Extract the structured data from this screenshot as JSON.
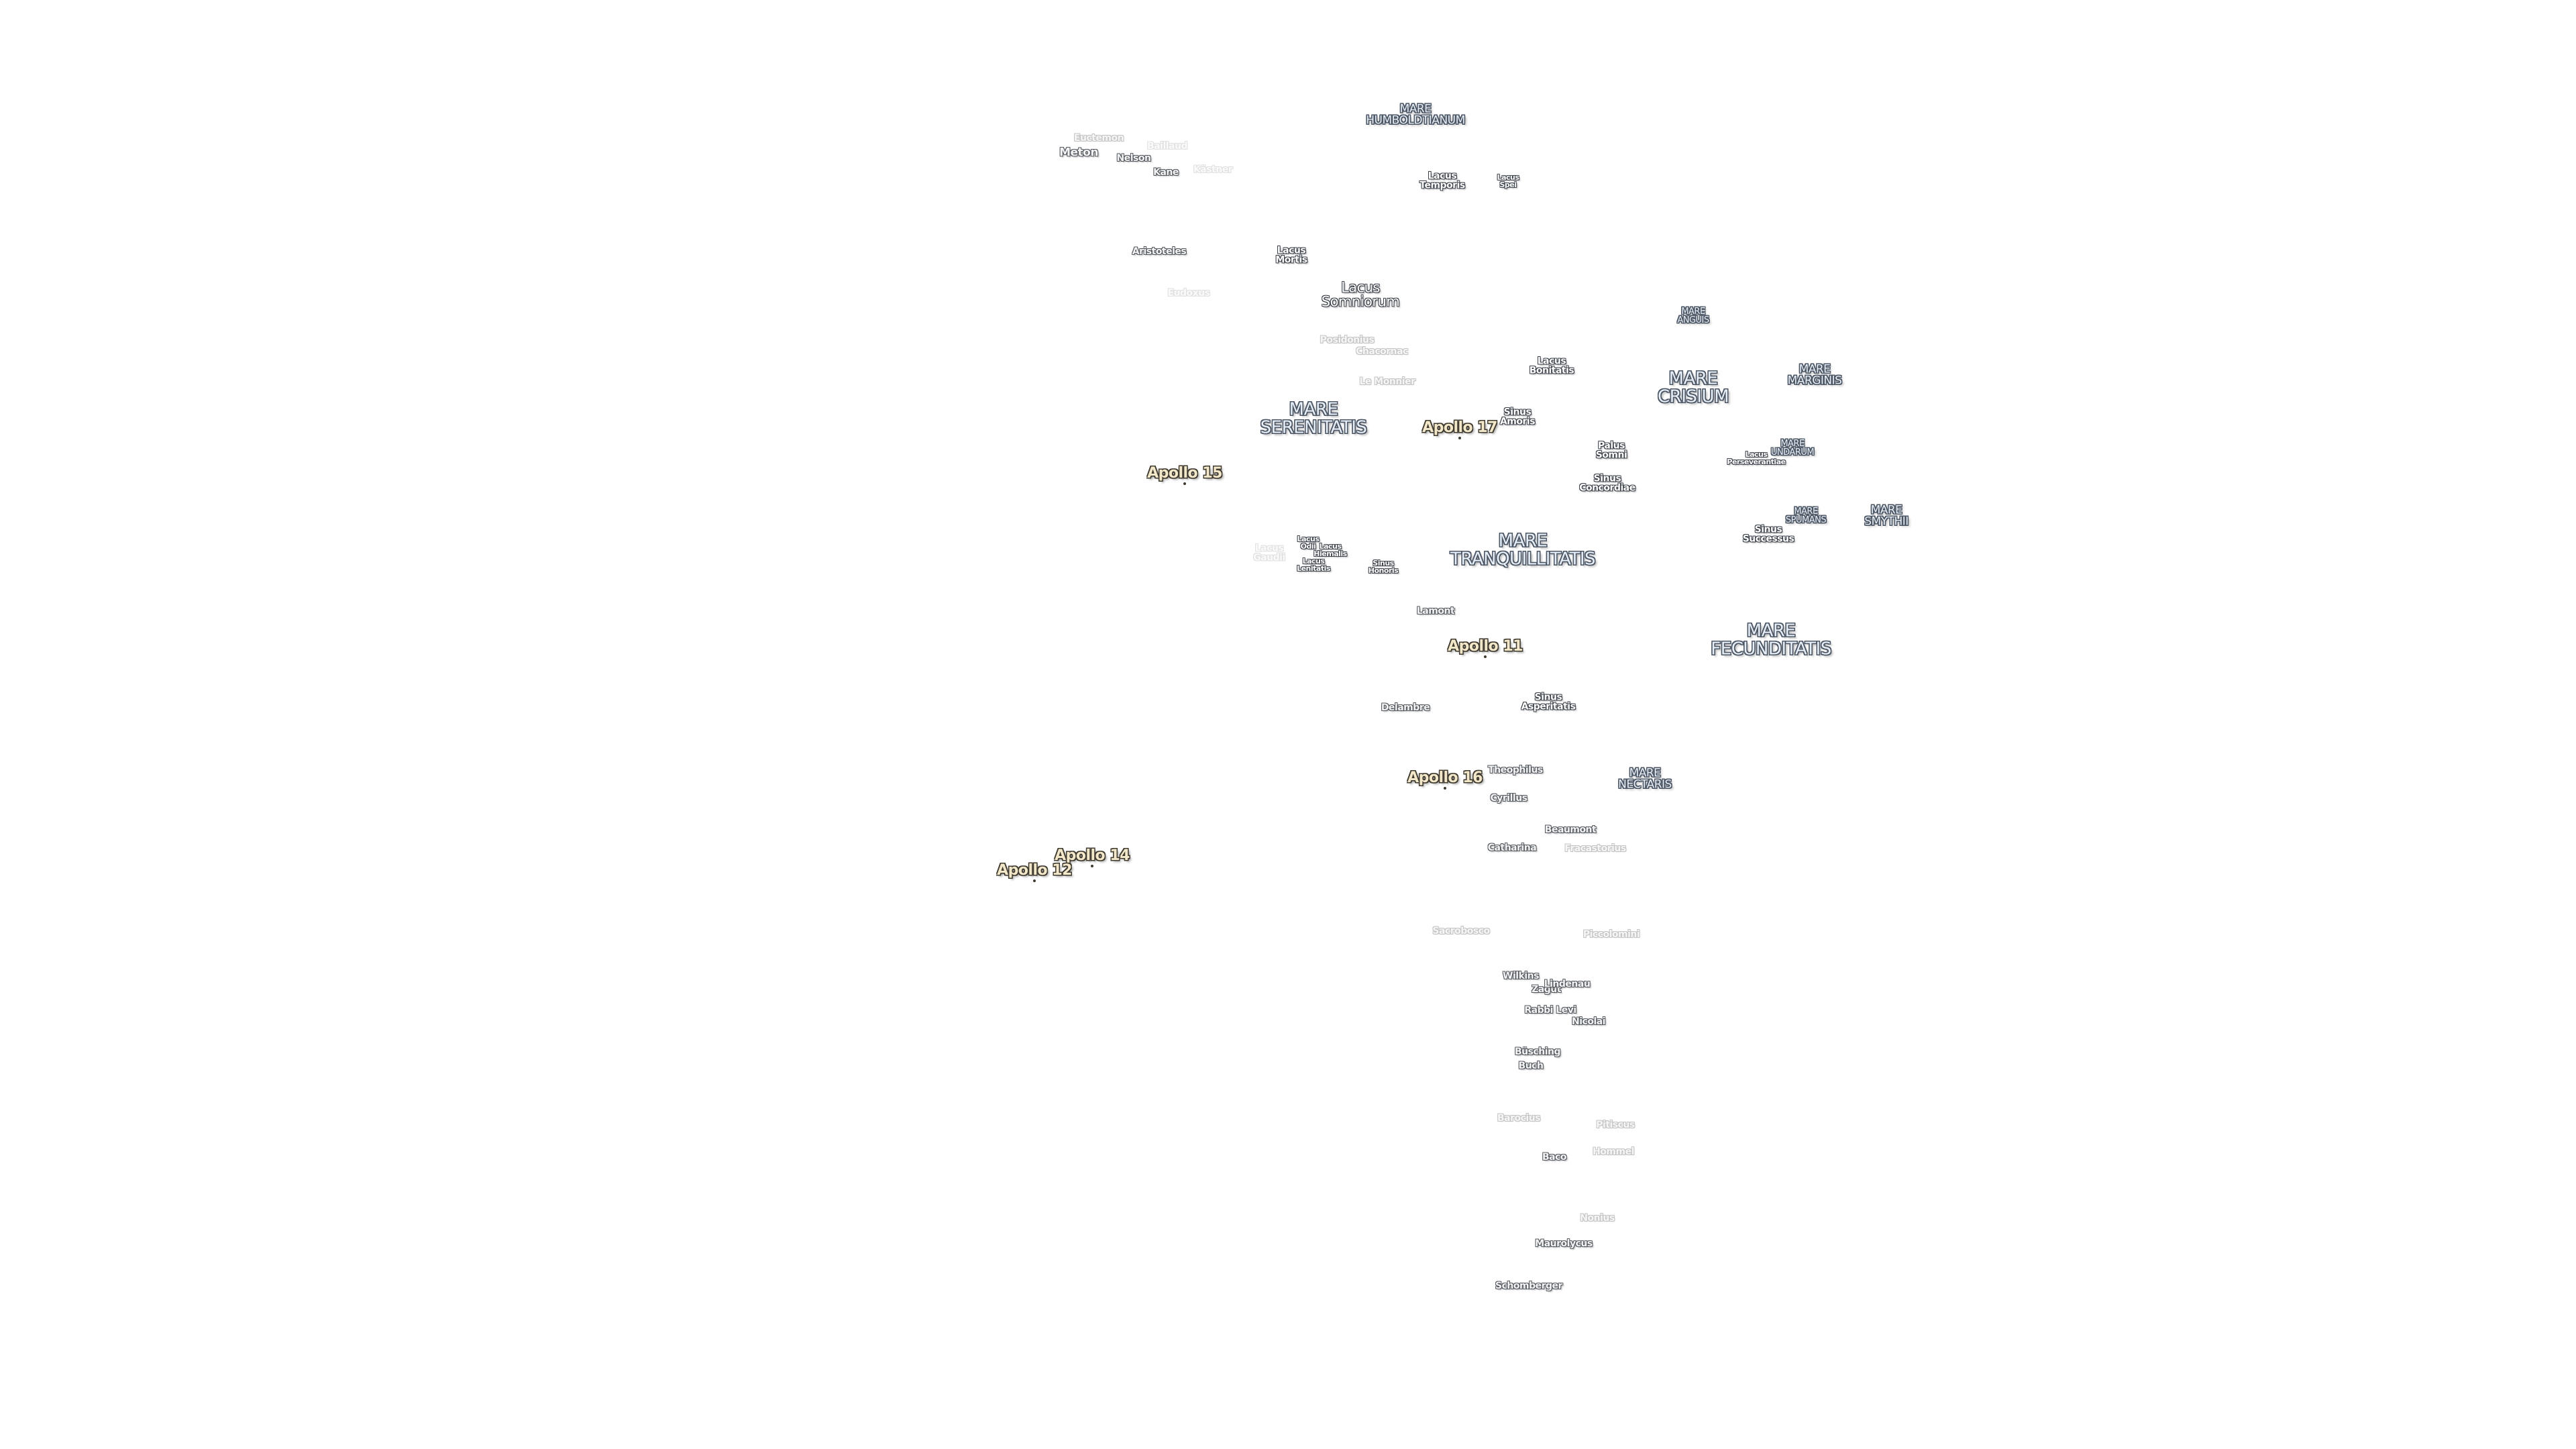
{
  "labels": [
    {
      "id": "mare-humboldtianum",
      "kind": "mare",
      "size": "sm",
      "text": "MARE\nHUMBOLDTIANUM"
    },
    {
      "id": "lacus-temporis",
      "kind": "lake",
      "text": "Lacus\nTemporis"
    },
    {
      "id": "lacus-spei",
      "kind": "lake",
      "size": "xs",
      "text": "Lacus\nSpei"
    },
    {
      "id": "euctemon",
      "kind": "crater",
      "style": "faint",
      "text": "Euctemon"
    },
    {
      "id": "meton",
      "kind": "crater",
      "size": "md",
      "text": "Meton"
    },
    {
      "id": "baillaud",
      "kind": "crater",
      "style": "vfaint",
      "text": "Baillaud"
    },
    {
      "id": "nelson",
      "kind": "crater",
      "text": "Nelson"
    },
    {
      "id": "kane",
      "kind": "crater",
      "text": "Kane"
    },
    {
      "id": "kastner",
      "kind": "crater",
      "style": "vfaint",
      "text": "Kästner"
    },
    {
      "id": "aristoteles",
      "kind": "crater",
      "text": "Aristoteles"
    },
    {
      "id": "lacus-mortis",
      "kind": "lake",
      "text": "Lacus\nMortis"
    },
    {
      "id": "lacus-somniorum",
      "kind": "lake",
      "size": "lg",
      "text": "Lacus\nSomniorum"
    },
    {
      "id": "eudoxus",
      "kind": "crater",
      "style": "vfaint",
      "text": "Eudoxus"
    },
    {
      "id": "mare-anguis",
      "kind": "mare",
      "size": "xs",
      "text": "MARE\nANGUIS"
    },
    {
      "id": "posidonius",
      "kind": "crater",
      "style": "faint",
      "text": "Posidonius"
    },
    {
      "id": "chacornac",
      "kind": "crater",
      "style": "faint",
      "text": "Chacornac"
    },
    {
      "id": "lacus-bonitatis",
      "kind": "lake",
      "text": "Lacus\nBonitatis"
    },
    {
      "id": "mare-crisium",
      "kind": "mare",
      "text": "MARE\nCRISIUM"
    },
    {
      "id": "mare-marginis",
      "kind": "mare",
      "size": "sm",
      "text": "MARE\nMARGINIS"
    },
    {
      "id": "le-monnier",
      "kind": "crater",
      "style": "faint",
      "text": "Le Monnier"
    },
    {
      "id": "mare-serenitatis",
      "kind": "mare",
      "text": "MARE\nSERENITATIS"
    },
    {
      "id": "sinus-amoris",
      "kind": "lake",
      "text": "Sinus\nAmoris"
    },
    {
      "id": "apollo-17",
      "kind": "apollo",
      "text": "Apollo 17"
    },
    {
      "id": "palus-somni",
      "kind": "lake",
      "text": "Palus\nSomni"
    },
    {
      "id": "mare-undarum",
      "kind": "mare",
      "size": "xs",
      "text": "MARE\nUNDARUM"
    },
    {
      "id": "lacus-perseverantiae",
      "kind": "lake",
      "size": "xs",
      "text": "Lacus\nPerseverantiae"
    },
    {
      "id": "apollo-15",
      "kind": "apollo",
      "text": "Apollo 15"
    },
    {
      "id": "sinus-concordiae",
      "kind": "lake",
      "text": "Sinus\nConcordiae"
    },
    {
      "id": "mare-spumans",
      "kind": "mare",
      "size": "xs",
      "text": "MARE\nSPUMANS"
    },
    {
      "id": "mare-smythii",
      "kind": "mare",
      "size": "sm",
      "text": "MARE\nSMYTHII"
    },
    {
      "id": "sinus-successus",
      "kind": "lake",
      "text": "Sinus\nSuccessus"
    },
    {
      "id": "lacus-odii",
      "kind": "lake",
      "size": "xs",
      "text": "Lacus\nOdii"
    },
    {
      "id": "lacus-hiemalis",
      "kind": "lake",
      "size": "xs",
      "text": "Lacus\nHiemalis"
    },
    {
      "id": "lacus-lenitatis",
      "kind": "lake",
      "size": "xs",
      "text": "Lacus\nLenitatis"
    },
    {
      "id": "lacus-gaudii",
      "kind": "crater",
      "style": "vfaint",
      "text": "Lacus\nGaudii"
    },
    {
      "id": "mare-tranquillitatis",
      "kind": "mare",
      "text": "MARE\nTRANQUILLITATIS"
    },
    {
      "id": "sinus-honoris",
      "kind": "lake",
      "size": "xs",
      "text": "Sinus\nHonoris"
    },
    {
      "id": "lamont",
      "kind": "crater",
      "text": "Lamont"
    },
    {
      "id": "apollo-11",
      "kind": "apollo",
      "text": "Apollo 11"
    },
    {
      "id": "mare-fecunditatis",
      "kind": "mare",
      "text": "MARE\nFECUNDITATIS"
    },
    {
      "id": "sinus-asperitatis",
      "kind": "lake",
      "text": "Sinus\nAsperitatis"
    },
    {
      "id": "delambre",
      "kind": "crater",
      "text": "Delambre"
    },
    {
      "id": "apollo-16",
      "kind": "apollo",
      "text": "Apollo 16"
    },
    {
      "id": "theophilus",
      "kind": "crater",
      "text": "Theophilus"
    },
    {
      "id": "mare-nectaris",
      "kind": "mare",
      "size": "sm",
      "text": "MARE\nNECTARIS"
    },
    {
      "id": "cyrillus",
      "kind": "crater",
      "text": "Cyrillus"
    },
    {
      "id": "beaumont",
      "kind": "crater",
      "text": "Beaumont"
    },
    {
      "id": "catharina",
      "kind": "crater",
      "text": "Catharina"
    },
    {
      "id": "fracastorius",
      "kind": "crater",
      "style": "faint",
      "text": "Fracastorius"
    },
    {
      "id": "apollo-14",
      "kind": "apollo",
      "text": "Apollo 14"
    },
    {
      "id": "apollo-12",
      "kind": "apollo",
      "text": "Apollo 12"
    },
    {
      "id": "sacrobosco",
      "kind": "crater",
      "style": "faint",
      "text": "Sacrobosco"
    },
    {
      "id": "piccolomini",
      "kind": "crater",
      "style": "faint",
      "text": "Piccolomini"
    },
    {
      "id": "wilkins",
      "kind": "crater",
      "text": "Wilkins"
    },
    {
      "id": "zagut",
      "kind": "crater",
      "text": "Zagut"
    },
    {
      "id": "lindenau",
      "kind": "crater",
      "text": "Lindenau"
    },
    {
      "id": "rabbi-levi",
      "kind": "crater",
      "text": "Rabbi Levi"
    },
    {
      "id": "nicolai",
      "kind": "crater",
      "text": "Nicolai"
    },
    {
      "id": "busching",
      "kind": "crater",
      "text": "Büsching"
    },
    {
      "id": "buch",
      "kind": "crater",
      "text": "Buch"
    },
    {
      "id": "barocius",
      "kind": "crater",
      "style": "faint",
      "text": "Barocius"
    },
    {
      "id": "pitiscus",
      "kind": "crater",
      "style": "faint",
      "text": "Pitiscus"
    },
    {
      "id": "baco",
      "kind": "crater",
      "text": "Baco"
    },
    {
      "id": "hommel",
      "kind": "crater",
      "style": "faint",
      "text": "Hommel"
    },
    {
      "id": "nonius",
      "kind": "crater",
      "style": "faint",
      "text": "Nonius"
    },
    {
      "id": "maurolycus",
      "kind": "crater",
      "text": "Maurolycus"
    },
    {
      "id": "schomberger",
      "kind": "crater",
      "text": "Schomberger"
    }
  ]
}
